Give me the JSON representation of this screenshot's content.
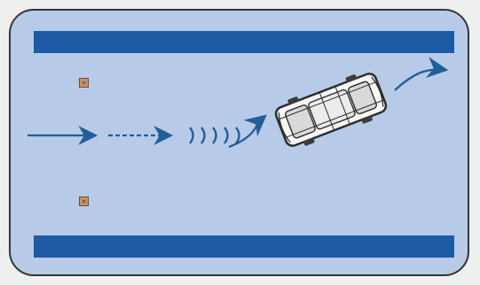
{
  "scene": {
    "stripes": [
      "top",
      "bottom"
    ],
    "markers": [
      "top",
      "bottom"
    ],
    "colors": {
      "panel": "#b7cbe8",
      "stripe": "#1d5ca5",
      "arrow": "#245e98",
      "marker": "#c89262",
      "car_body": "#f7f7f4",
      "car_outline": "#2d2d2d"
    },
    "icons": {
      "arrow_icon": "arrow-right-icon",
      "sound_icon": "sound-waves-icon",
      "car_icon": "car-icon"
    }
  }
}
